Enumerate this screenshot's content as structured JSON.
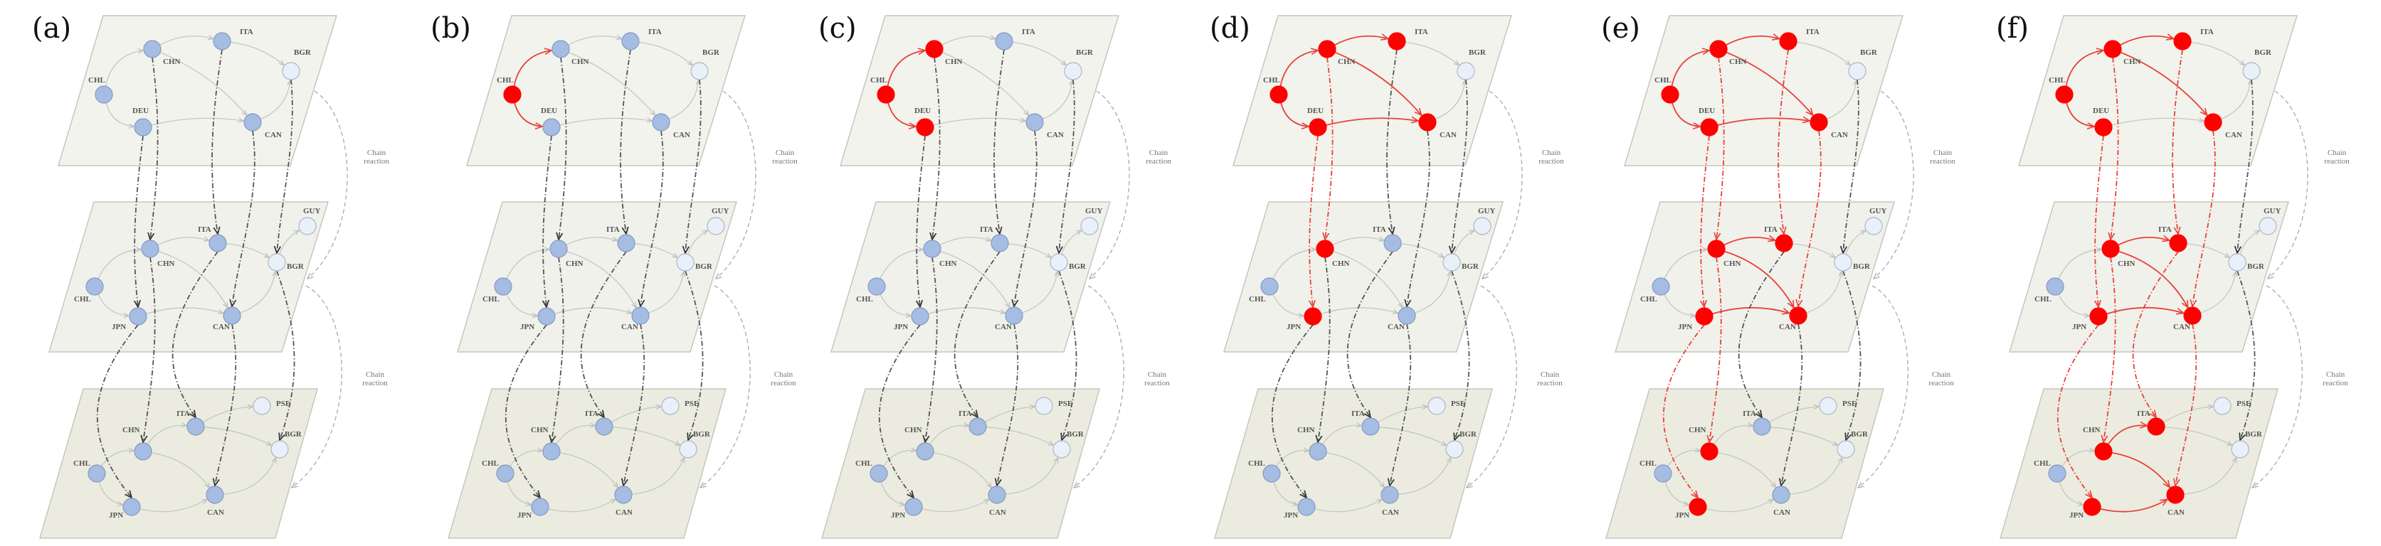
{
  "figure": {
    "panels": [
      {
        "id": "a",
        "label": "(a)"
      },
      {
        "id": "b",
        "label": "(b)"
      },
      {
        "id": "c",
        "label": "(c)"
      },
      {
        "id": "d",
        "label": "(d)"
      },
      {
        "id": "e",
        "label": "(e)"
      },
      {
        "id": "f",
        "label": "(f)"
      }
    ],
    "chain_reaction_label": [
      "Chain",
      "reaction"
    ],
    "colors": {
      "infected_node": "#ff0000",
      "infected_edge": "#e8403c",
      "normal_node": "#a6bde3",
      "normal_node_border": "#8499c2",
      "peripheral_node": "#eaf0f9",
      "peripheral_node_border": "#aab6c8",
      "intra_edge": "#c4c7c2",
      "inter_edge": "#555555",
      "chain_edge": "#aaaaaa",
      "layer_top": "#f1f3ec",
      "layer_mid": "#f0f1ea",
      "layer_bottom": "#ebecdf",
      "layer_border": "#c6c7bf"
    }
  },
  "graph": {
    "layers": [
      {
        "id": "top",
        "nodes": [
          {
            "id": "CHN",
            "label": "CHN",
            "type": "normal"
          },
          {
            "id": "ITA",
            "label": "ITA",
            "type": "normal"
          },
          {
            "id": "BGR",
            "label": "BGR",
            "type": "peripheral"
          },
          {
            "id": "CHL",
            "label": "CHL",
            "type": "normal"
          },
          {
            "id": "DEU",
            "label": "DEU",
            "type": "normal"
          },
          {
            "id": "CAN",
            "label": "CAN",
            "type": "normal"
          }
        ],
        "edges": [
          [
            "CHL",
            "CHN"
          ],
          [
            "CHL",
            "DEU"
          ],
          [
            "CHN",
            "ITA"
          ],
          [
            "CHN",
            "CAN"
          ],
          [
            "ITA",
            "BGR"
          ],
          [
            "DEU",
            "CAN"
          ],
          [
            "CAN",
            "BGR"
          ]
        ]
      },
      {
        "id": "mid",
        "nodes": [
          {
            "id": "CHN",
            "label": "CHN",
            "type": "normal"
          },
          {
            "id": "ITA",
            "label": "ITA",
            "type": "normal"
          },
          {
            "id": "GUY",
            "label": "GUY",
            "type": "peripheral"
          },
          {
            "id": "BGR",
            "label": "BGR",
            "type": "peripheral"
          },
          {
            "id": "CHL",
            "label": "CHL",
            "type": "normal"
          },
          {
            "id": "JPN",
            "label": "JPN",
            "type": "normal"
          },
          {
            "id": "CAN",
            "label": "CAN",
            "type": "normal"
          }
        ],
        "edges": [
          [
            "CHL",
            "CHN"
          ],
          [
            "CHL",
            "JPN"
          ],
          [
            "CHN",
            "ITA"
          ],
          [
            "CHN",
            "CAN"
          ],
          [
            "ITA",
            "BGR"
          ],
          [
            "JPN",
            "CAN"
          ],
          [
            "CAN",
            "BGR"
          ],
          [
            "BGR",
            "GUY"
          ]
        ]
      },
      {
        "id": "bottom",
        "nodes": [
          {
            "id": "ITA",
            "label": "ITA",
            "type": "normal"
          },
          {
            "id": "PSE",
            "label": "PSE",
            "type": "peripheral"
          },
          {
            "id": "CHN",
            "label": "CHN",
            "type": "normal"
          },
          {
            "id": "BGR",
            "label": "BGR",
            "type": "peripheral"
          },
          {
            "id": "CHL",
            "label": "CHL",
            "type": "normal"
          },
          {
            "id": "JPN",
            "label": "JPN",
            "type": "normal"
          },
          {
            "id": "CAN",
            "label": "CAN",
            "type": "normal"
          }
        ],
        "edges": [
          [
            "CHL",
            "CHN"
          ],
          [
            "CHL",
            "JPN"
          ],
          [
            "CHN",
            "ITA"
          ],
          [
            "CHN",
            "CAN"
          ],
          [
            "ITA",
            "PSE"
          ],
          [
            "ITA",
            "BGR"
          ],
          [
            "JPN",
            "CAN"
          ],
          [
            "CAN",
            "BGR"
          ]
        ]
      }
    ],
    "inter_links": [
      {
        "from": [
          "top",
          "DEU"
        ],
        "to": [
          "mid",
          "JPN"
        ]
      },
      {
        "from": [
          "top",
          "CHN"
        ],
        "to": [
          "mid",
          "CHN"
        ]
      },
      {
        "from": [
          "top",
          "ITA"
        ],
        "to": [
          "mid",
          "ITA"
        ]
      },
      {
        "from": [
          "top",
          "CAN"
        ],
        "to": [
          "mid",
          "CAN"
        ]
      },
      {
        "from": [
          "top",
          "BGR"
        ],
        "to": [
          "mid",
          "BGR"
        ]
      },
      {
        "from": [
          "mid",
          "JPN"
        ],
        "to": [
          "bottom",
          "JPN"
        ]
      },
      {
        "from": [
          "mid",
          "CHN"
        ],
        "to": [
          "bottom",
          "CHN"
        ]
      },
      {
        "from": [
          "mid",
          "ITA"
        ],
        "to": [
          "bottom",
          "ITA"
        ]
      },
      {
        "from": [
          "mid",
          "CAN"
        ],
        "to": [
          "bottom",
          "CAN"
        ]
      },
      {
        "from": [
          "mid",
          "BGR"
        ],
        "to": [
          "bottom",
          "BGR"
        ]
      }
    ]
  },
  "states": {
    "a": {
      "red_nodes": [],
      "red_edges": [],
      "red_links": []
    },
    "b": {
      "red_nodes": [
        "top.CHL"
      ],
      "red_edges": [
        "top.CHL-CHN",
        "top.CHL-DEU"
      ],
      "red_links": []
    },
    "c": {
      "red_nodes": [
        "top.CHL",
        "top.CHN",
        "top.DEU"
      ],
      "red_edges": [
        "top.CHL-CHN",
        "top.CHL-DEU"
      ],
      "red_links": []
    },
    "d": {
      "red_nodes": [
        "top.CHL",
        "top.CHN",
        "top.DEU",
        "top.ITA",
        "top.CAN",
        "mid.CHN",
        "mid.JPN"
      ],
      "red_edges": [
        "top.CHL-CHN",
        "top.CHL-DEU",
        "top.CHN-ITA",
        "top.CHN-CAN",
        "top.DEU-CAN"
      ],
      "red_links": [
        "top.DEU>mid.JPN",
        "top.CHN>mid.CHN"
      ]
    },
    "e": {
      "red_nodes": [
        "top.CHL",
        "top.CHN",
        "top.DEU",
        "top.ITA",
        "top.CAN",
        "mid.CHN",
        "mid.ITA",
        "mid.JPN",
        "mid.CAN",
        "bottom.CHN",
        "bottom.JPN"
      ],
      "red_edges": [
        "top.CHL-CHN",
        "top.CHL-DEU",
        "top.CHN-ITA",
        "top.CHN-CAN",
        "top.DEU-CAN",
        "mid.CHN-ITA",
        "mid.CHN-CAN",
        "mid.JPN-CAN"
      ],
      "red_links": [
        "top.DEU>mid.JPN",
        "top.CHN>mid.CHN",
        "top.ITA>mid.ITA",
        "top.CAN>mid.CAN",
        "mid.JPN>bottom.JPN",
        "mid.CHN>bottom.CHN"
      ]
    },
    "f": {
      "red_nodes": [
        "top.CHL",
        "top.CHN",
        "top.DEU",
        "top.ITA",
        "top.CAN",
        "mid.CHN",
        "mid.ITA",
        "mid.JPN",
        "mid.CAN",
        "bottom.CHN",
        "bottom.ITA",
        "bottom.JPN",
        "bottom.CAN"
      ],
      "red_edges": [
        "top.CHL-CHN",
        "top.CHL-DEU",
        "top.CHN-ITA",
        "top.CHN-CAN",
        "mid.CHN-ITA",
        "mid.CHN-CAN",
        "mid.JPN-CAN",
        "bottom.CHN-ITA",
        "bottom.CHN-CAN",
        "bottom.JPN-CAN"
      ],
      "red_links": [
        "top.DEU>mid.JPN",
        "top.CHN>mid.CHN",
        "top.ITA>mid.ITA",
        "top.CAN>mid.CAN",
        "mid.JPN>bottom.JPN",
        "mid.CHN>bottom.CHN",
        "mid.ITA>bottom.ITA",
        "mid.CAN>bottom.CAN"
      ]
    }
  }
}
